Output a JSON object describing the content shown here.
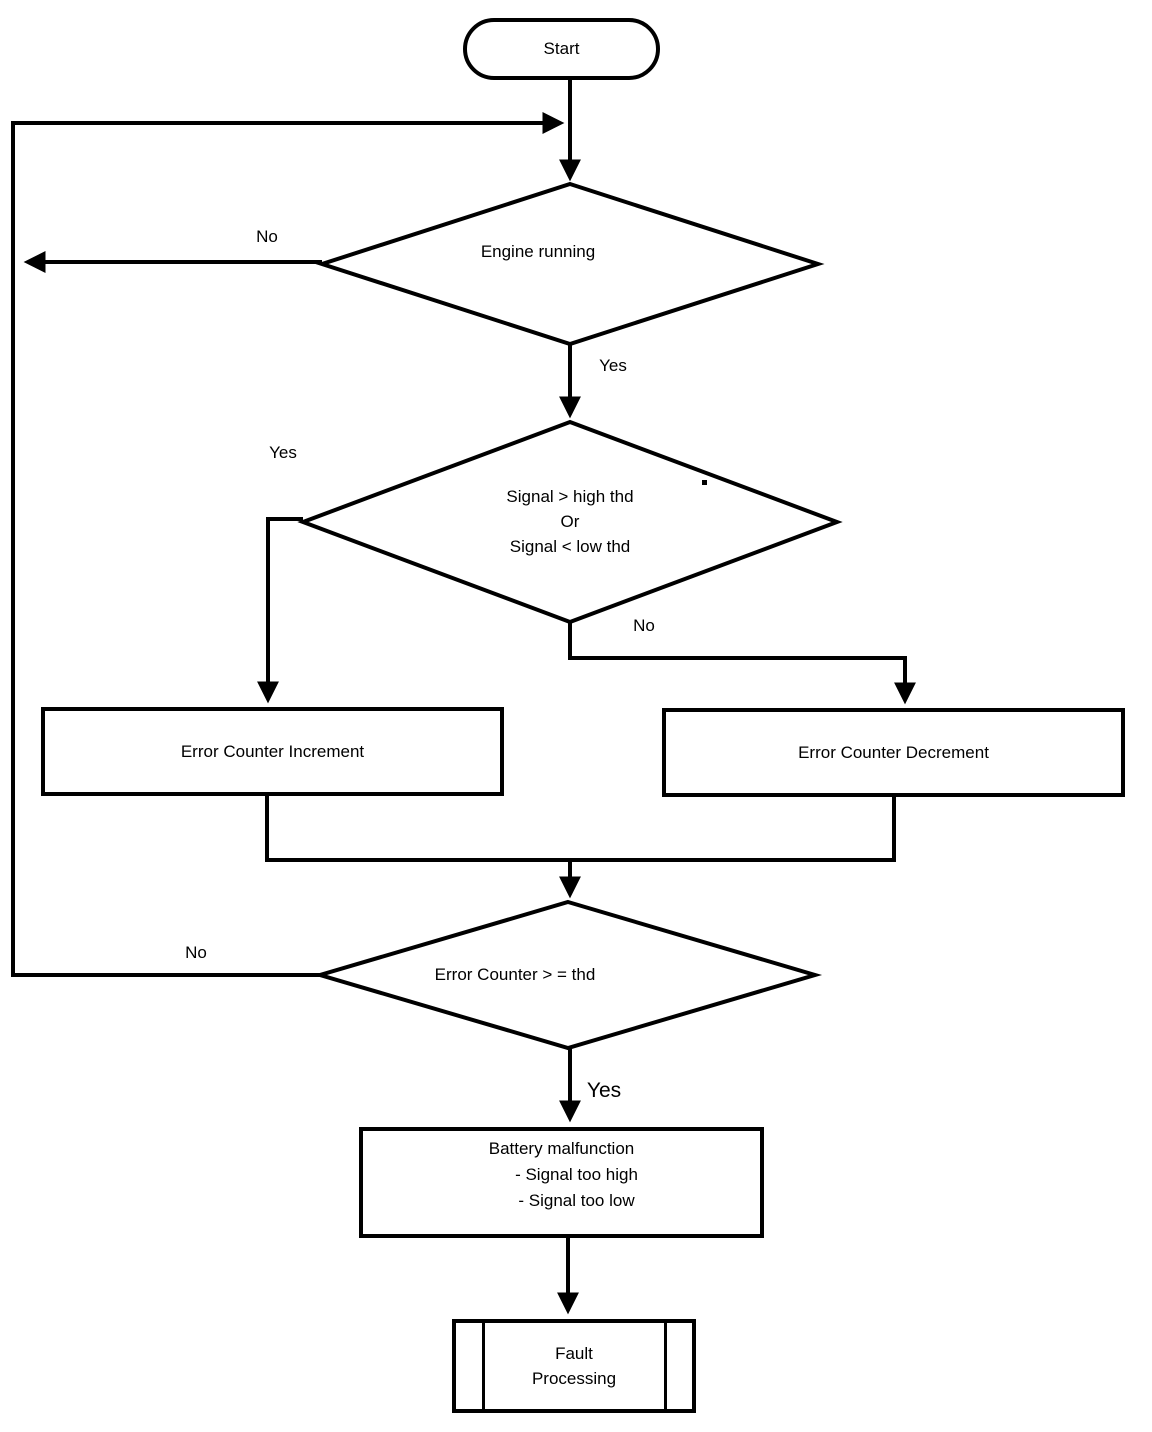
{
  "colors": {
    "background": "#ffffff",
    "line": "#000000",
    "text": "#000000"
  },
  "nodes": {
    "start": {
      "shape": "terminator",
      "label": "Start"
    },
    "engine_running": {
      "shape": "decision",
      "label": "Engine running"
    },
    "signal_check": {
      "shape": "decision",
      "line1": "Signal > high thd",
      "line2": "Or",
      "line3": "Signal < low thd"
    },
    "error_counter_increment": {
      "shape": "process",
      "label": "Error Counter Increment"
    },
    "error_counter_decrement": {
      "shape": "process",
      "label": "Error Counter Decrement"
    },
    "error_counter_threshold": {
      "shape": "decision",
      "label": "Error Counter > = thd"
    },
    "battery_malfunction": {
      "shape": "process",
      "line1": "Battery malfunction",
      "line2": "- Signal too high",
      "line3": "- Signal too low"
    },
    "fault_processing": {
      "shape": "predefined-process",
      "line1": "Fault",
      "line2": "Processing"
    }
  },
  "edges": [
    {
      "from": "start",
      "to": "engine_running",
      "label": ""
    },
    {
      "from": "engine_running",
      "to": "loop_back_line",
      "label": "No"
    },
    {
      "from": "engine_running",
      "to": "signal_check",
      "label": "Yes"
    },
    {
      "from": "signal_check",
      "to": "error_counter_increment",
      "label": "Yes"
    },
    {
      "from": "signal_check",
      "to": "error_counter_decrement",
      "label": "No"
    },
    {
      "from": "error_counter_increment",
      "to": "error_counter_threshold",
      "label": ""
    },
    {
      "from": "error_counter_decrement",
      "to": "error_counter_threshold",
      "label": ""
    },
    {
      "from": "error_counter_threshold",
      "to": "engine_running",
      "label": "No"
    },
    {
      "from": "error_counter_threshold",
      "to": "battery_malfunction",
      "label": "Yes"
    },
    {
      "from": "battery_malfunction",
      "to": "fault_processing",
      "label": ""
    }
  ]
}
